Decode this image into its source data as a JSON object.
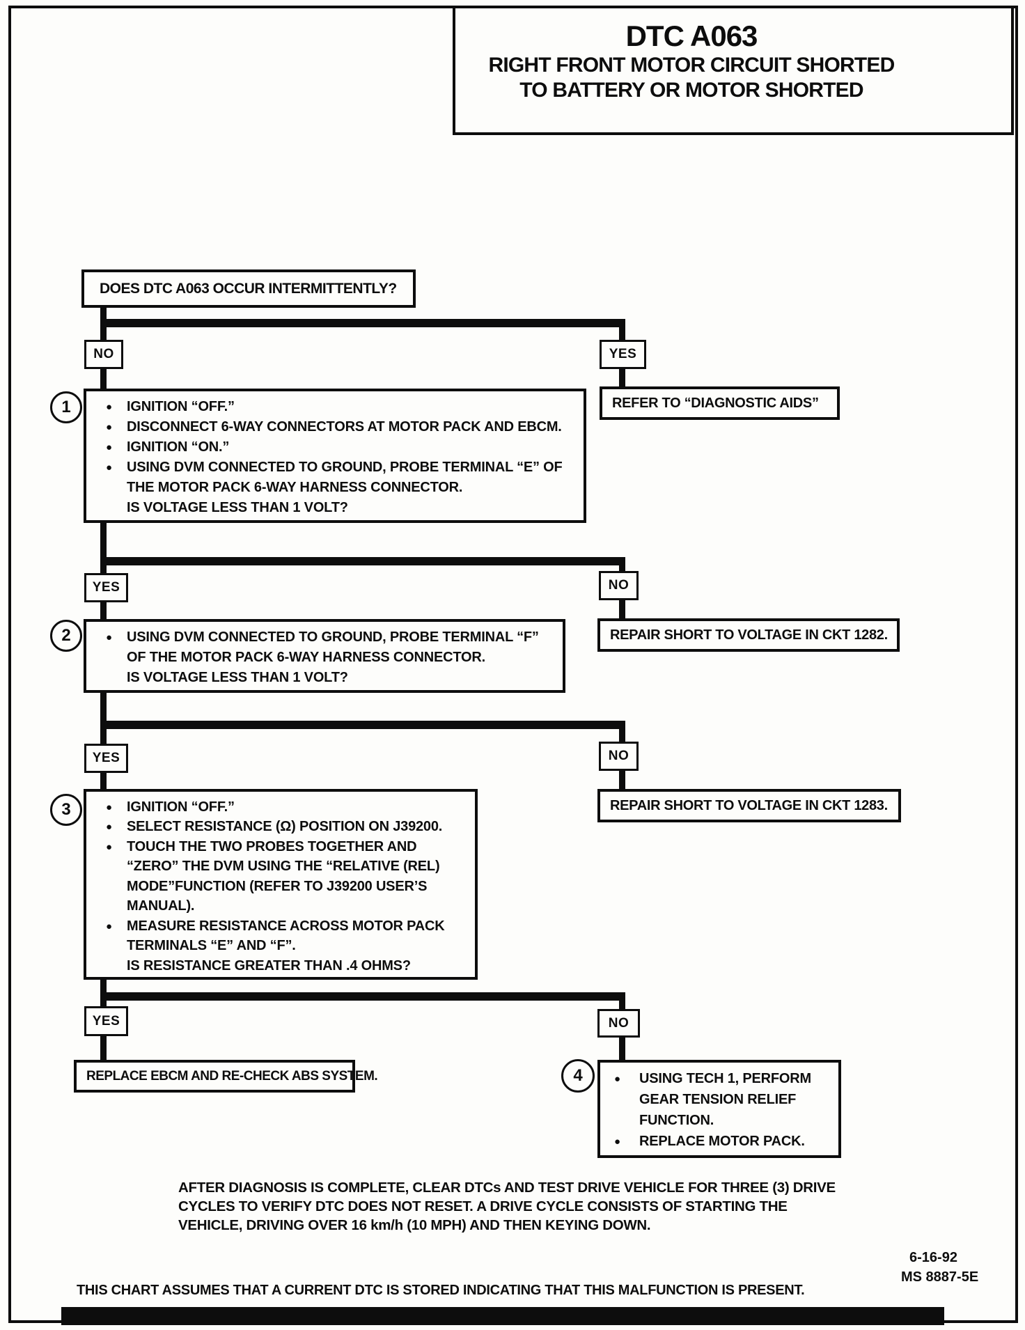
{
  "title": {
    "code": "DTC A063",
    "line1": "RIGHT FRONT MOTOR CIRCUIT SHORTED",
    "line2": "TO BATTERY OR MOTOR SHORTED"
  },
  "question": {
    "text": "DOES DTC A063 OCCUR INTERMITTENTLY?"
  },
  "branch1": {
    "left": "NO",
    "right": "YES"
  },
  "branch2": {
    "left": "YES",
    "right": "NO"
  },
  "branch3": {
    "left": "YES",
    "right": "NO"
  },
  "branch4": {
    "left": "YES",
    "right": "NO"
  },
  "step1": {
    "number": "1",
    "lines": [
      {
        "bullet": "●",
        "text": "IGNITION “OFF.”"
      },
      {
        "bullet": "●",
        "text": "DISCONNECT 6-WAY CONNECTORS AT MOTOR PACK AND EBCM."
      },
      {
        "bullet": "●",
        "text": "IGNITION “ON.”"
      },
      {
        "bullet": "●",
        "text": "USING DVM CONNECTED TO GROUND, PROBE TERMINAL “E” OF"
      },
      {
        "bullet": "",
        "text": "THE MOTOR PACK 6-WAY HARNESS CONNECTOR."
      },
      {
        "bullet": "",
        "text": "IS VOLTAGE LESS THAN 1 VOLT?"
      }
    ]
  },
  "step2": {
    "number": "2",
    "lines": [
      {
        "bullet": "●",
        "text": "USING DVM CONNECTED TO GROUND, PROBE TERMINAL “F”"
      },
      {
        "bullet": "",
        "text": "OF THE MOTOR PACK 6-WAY HARNESS CONNECTOR."
      },
      {
        "bullet": "",
        "text": "IS VOLTAGE LESS THAN 1 VOLT?"
      }
    ]
  },
  "step3": {
    "number": "3",
    "lines": [
      {
        "bullet": "●",
        "text": "IGNITION “OFF.”"
      },
      {
        "bullet": "●",
        "text": "SELECT RESISTANCE (Ω) POSITION ON J39200."
      },
      {
        "bullet": "●",
        "text": "TOUCH THE TWO PROBES TOGETHER AND"
      },
      {
        "bullet": "",
        "text": "“ZERO” THE DVM USING THE “RELATIVE (REL)"
      },
      {
        "bullet": "",
        "text": "MODE”FUNCTION (REFER TO J39200 USER’S"
      },
      {
        "bullet": "",
        "text": "MANUAL)."
      },
      {
        "bullet": "●",
        "text": "MEASURE RESISTANCE ACROSS MOTOR PACK"
      },
      {
        "bullet": "",
        "text": "TERMINALS “E” AND “F”."
      },
      {
        "bullet": "",
        "text": "IS RESISTANCE GREATER THAN .4 OHMS?"
      }
    ]
  },
  "step4": {
    "number": "4",
    "lines": [
      {
        "bullet": "●",
        "text": "USING TECH 1, PERFORM"
      },
      {
        "bullet": "",
        "text": "GEAR TENSION RELIEF"
      },
      {
        "bullet": "",
        "text": "FUNCTION."
      },
      {
        "bullet": "●",
        "text": "REPLACE MOTOR PACK."
      }
    ]
  },
  "actions": {
    "refer": "REFER TO “DIAGNOSTIC AIDS”",
    "repair_ckt_1282": "REPAIR SHORT TO VOLTAGE IN CKT 1282.",
    "repair_ckt_1283": "REPAIR SHORT TO VOLTAGE IN CKT 1283.",
    "replace_ebcm": "REPLACE EBCM AND RE-CHECK ABS SYSTEM."
  },
  "footer": {
    "note_line1": "AFTER DIAGNOSIS IS COMPLETE, CLEAR DTCs AND TEST DRIVE VEHICLE FOR THREE (3) DRIVE",
    "note_line2": "CYCLES TO VERIFY DTC DOES NOT RESET.  A DRIVE CYCLE CONSISTS OF STARTING THE",
    "note_line3": "VEHICLE, DRIVING OVER 16 km/h (10 MPH) AND THEN KEYING DOWN.",
    "assumption": "THIS CHART ASSUMES THAT A CURRENT DTC IS STORED INDICATING THAT THIS MALFUNCTION IS PRESENT.",
    "date": "6-16-92",
    "doc_code": "MS 8887-5E"
  },
  "colors": {
    "ink": "#0d0d0d",
    "paper": "#fdfdfb"
  }
}
